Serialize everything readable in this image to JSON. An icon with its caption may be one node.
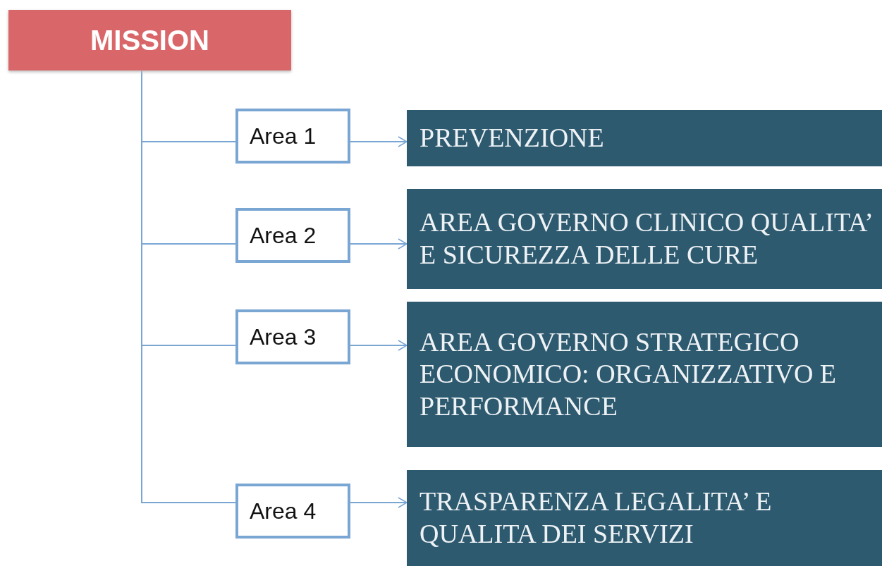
{
  "diagram": {
    "nodes": [
      {
        "text": [
          "MISSION"
        ]
      },
      {
        "text": [
          "Area 1"
        ]
      },
      {
        "text": [
          "PREVENZIONE"
        ]
      },
      {
        "text": [
          "Area 2"
        ]
      },
      {
        "text": [
          "AREA GOVERNO CLINICO QUALITA’ E SICUREZZA DELLE CURE"
        ]
      },
      {
        "text": [
          "Area 3"
        ]
      },
      {
        "text": [
          "AREA GOVERNO STRATEGICO ECONOMICO: ORGANIZZATIVO E PERFORMANCE"
        ]
      },
      {
        "text": [
          "Area 4"
        ]
      },
      {
        "text": [
          "TRASPARENZA LEGALITA’ E QUALITA DEI SERVIZI"
        ]
      }
    ],
    "edges": [
      {
        "from": 0,
        "to": 1,
        "arrow": "none"
      },
      {
        "from": 0,
        "to": 3,
        "arrow": "none"
      },
      {
        "from": 0,
        "to": 5,
        "arrow": "none"
      },
      {
        "from": 0,
        "to": 7,
        "arrow": "none"
      },
      {
        "from": 1,
        "to": 2,
        "arrow": "to"
      },
      {
        "from": 3,
        "to": 4,
        "arrow": "to"
      },
      {
        "from": 5,
        "to": 6,
        "arrow": "to"
      },
      {
        "from": 7,
        "to": 8,
        "arrow": "to"
      }
    ]
  }
}
